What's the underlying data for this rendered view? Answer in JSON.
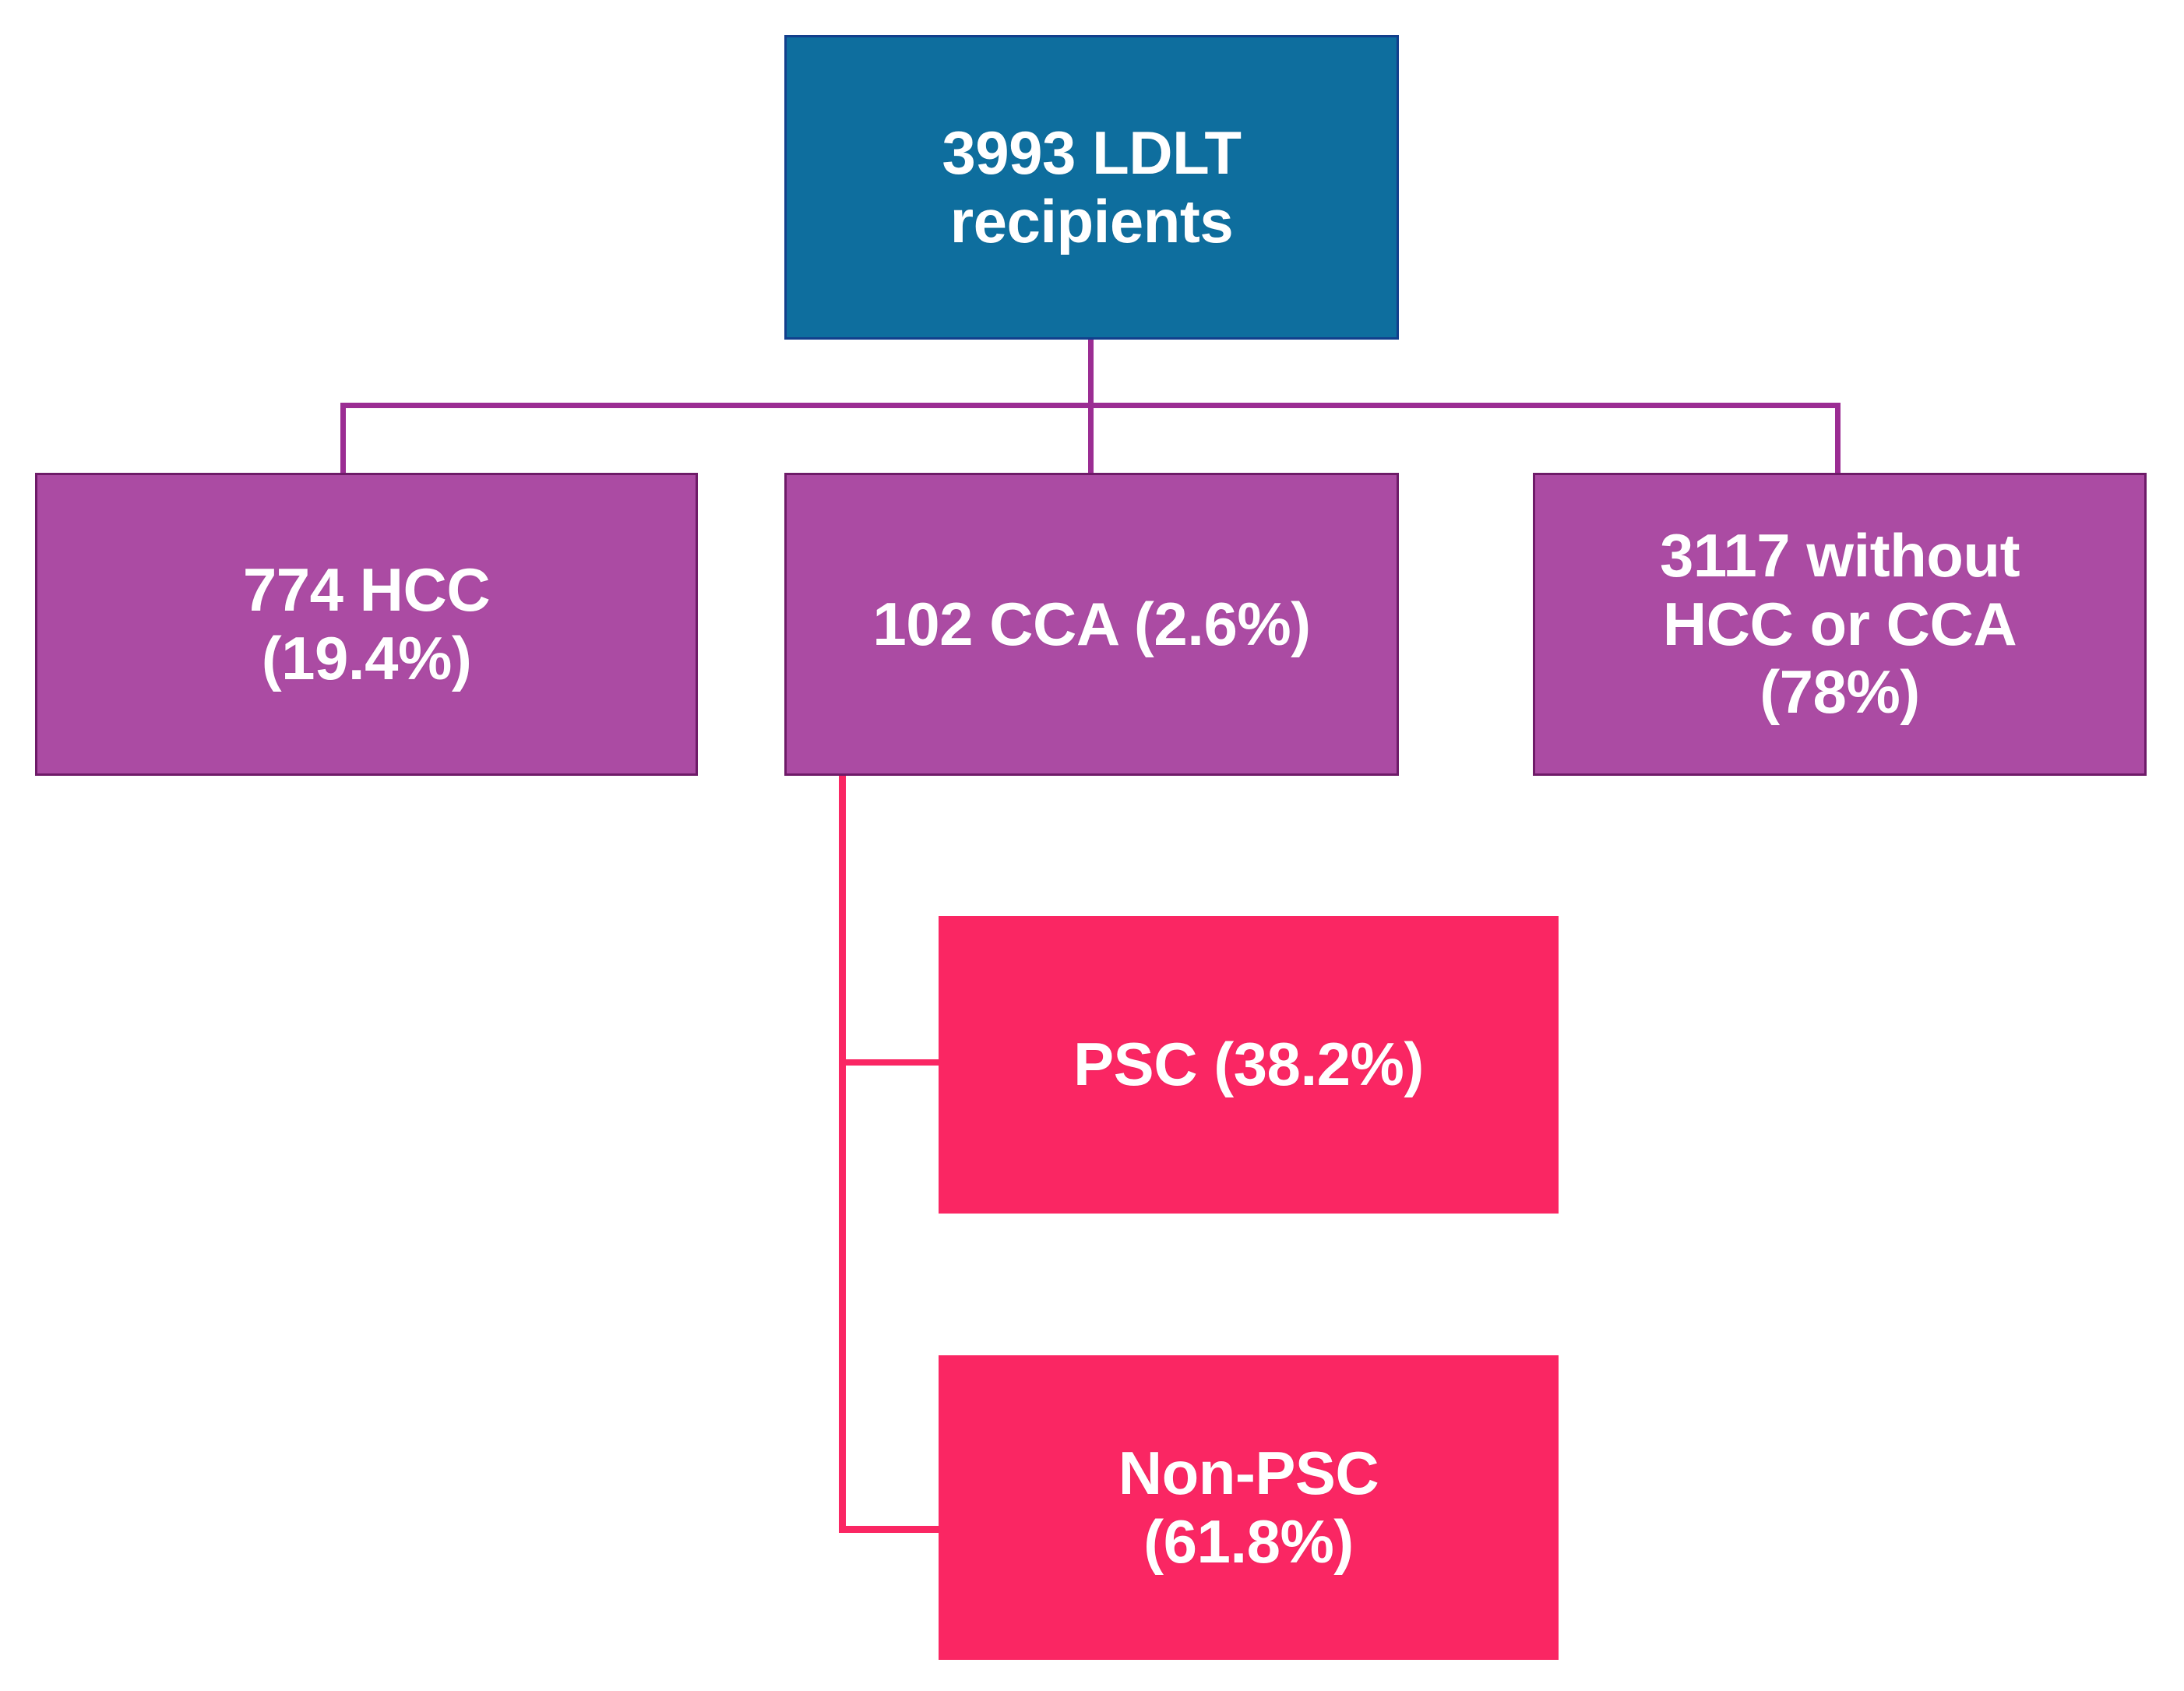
{
  "diagram": {
    "title": "LDLT recipient cohort flow",
    "colors": {
      "root_fill": "#0E6E9E",
      "root_border": "#123F8C",
      "purple_fill": "#AB4BA3",
      "purple_border": "#6E1B68",
      "pink_fill": "#FA2663",
      "connector_purple": "#9B2D93",
      "connector_pink": "#FA2663",
      "text": "#FFFFFF",
      "background": "#FFFFFF"
    },
    "nodes": {
      "root": {
        "label": "3993 LDLT\nrecipients",
        "count": 3993,
        "group": "LDLT recipients"
      },
      "hcc": {
        "label": "774 HCC\n(19.4%)",
        "count": 774,
        "percent": "19.4%",
        "group": "HCC"
      },
      "cca": {
        "label": "102 CCA (2.6%)",
        "count": 102,
        "percent": "2.6%",
        "group": "CCA"
      },
      "no_hcc_cca": {
        "label": "3117 without\nHCC or CCA\n(78%)",
        "count": 3117,
        "percent": "78%",
        "group": "without HCC or CCA"
      },
      "psc": {
        "label": "PSC (38.2%)",
        "percent": "38.2%",
        "group": "PSC"
      },
      "non_psc": {
        "label": "Non-PSC\n(61.8%)",
        "percent": "61.8%",
        "group": "Non-PSC"
      }
    },
    "edges": [
      {
        "from": "root",
        "to": "hcc"
      },
      {
        "from": "root",
        "to": "cca"
      },
      {
        "from": "root",
        "to": "no_hcc_cca"
      },
      {
        "from": "cca",
        "to": "psc"
      },
      {
        "from": "cca",
        "to": "non_psc"
      }
    ]
  }
}
